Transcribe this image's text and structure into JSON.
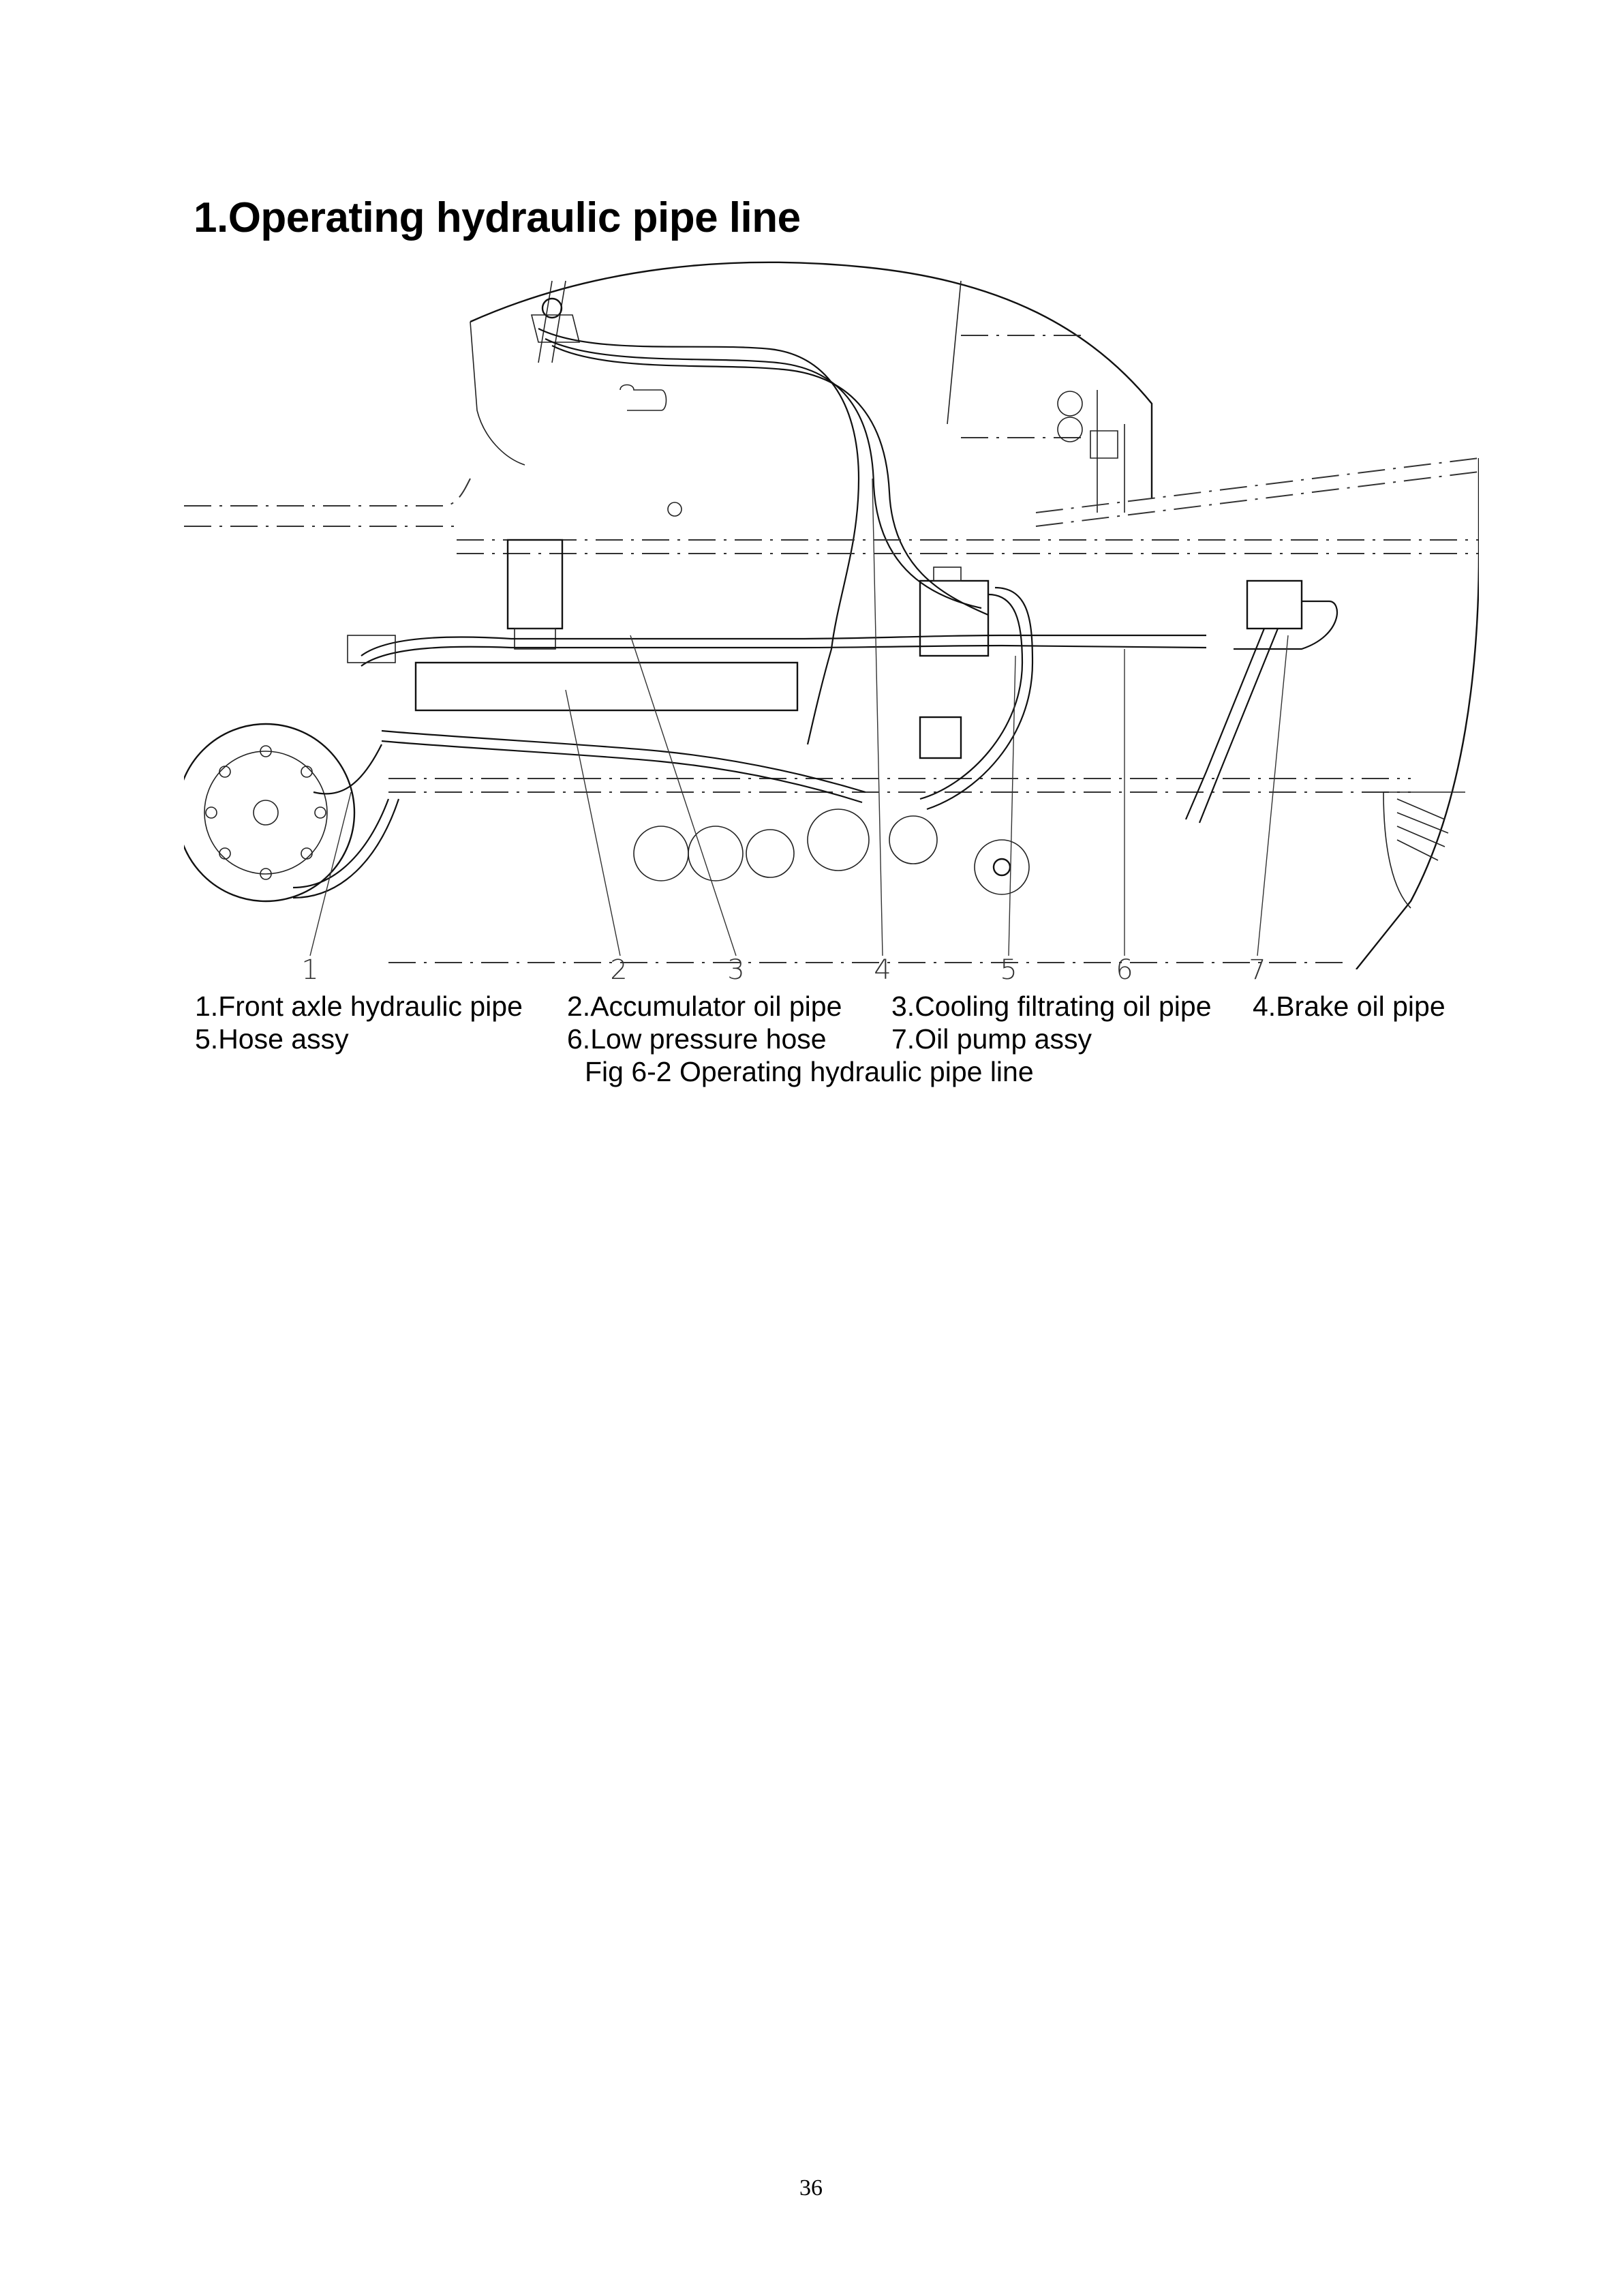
{
  "page": {
    "heading": "1.Operating hydraulic pipe line",
    "page_number": "36"
  },
  "figure": {
    "callouts": [
      "1",
      "2",
      "3",
      "4",
      "5",
      "6",
      "7"
    ],
    "legend": {
      "row1": [
        "1.Front axle hydraulic pipe",
        "2.Accumulator oil pipe",
        "3.Cooling filtrating oil pipe",
        "4.Brake oil pipe"
      ],
      "row2": [
        "5.Hose assy",
        "6.Low pressure hose",
        "7.Oil pump assy"
      ]
    },
    "caption": "Fig 6-2 Operating hydraulic pipe line"
  }
}
